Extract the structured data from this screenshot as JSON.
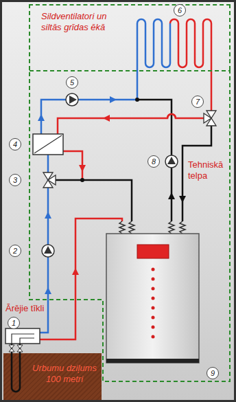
{
  "diagram": {
    "nodes": [
      {
        "text": [
          "Sildventilatori un siltās grīdas ēkā"
        ]
      },
      {
        "text": [
          "Tehniskā telpa"
        ]
      },
      {
        "text": [
          "Urbumu dziļums 100 metri"
        ]
      }
    ],
    "labels": [
      "Ārējie tīkli",
      "1",
      "2",
      "3",
      "4",
      "5",
      "6",
      "7",
      "8",
      "9"
    ]
  }
}
